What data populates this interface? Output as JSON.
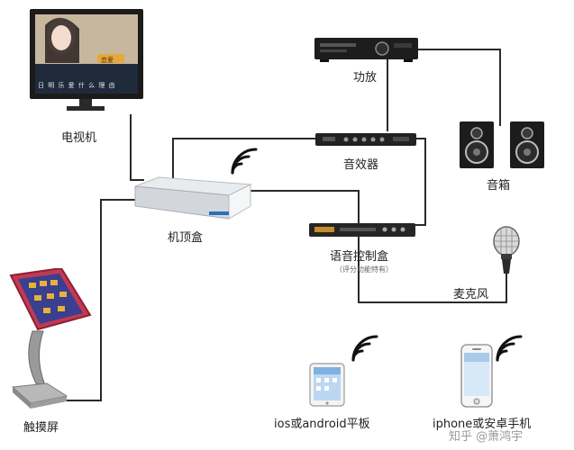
{
  "devices": {
    "tv": {
      "label": "电视机",
      "screen_text": "日 明 乐 爱 什 么 理 由",
      "badge": "恋爱"
    },
    "amplifier": {
      "label": "功放"
    },
    "speakers": {
      "label": "音箱"
    },
    "effector": {
      "label": "音效器"
    },
    "settop_box": {
      "label": "机顶盒"
    },
    "voice_box": {
      "label": "语音控制盒",
      "note": "（评分功能特有）"
    },
    "microphone": {
      "label": "麦克风"
    },
    "touchscreen": {
      "label": "触摸屏"
    },
    "tablet": {
      "label": "ios或android平板"
    },
    "phone": {
      "label": "iphone或安卓手机"
    }
  },
  "watermark": "知乎 @萧鸿宇",
  "colors": {
    "wire": "#2a2a2a",
    "device_dark": "#1d1d1d",
    "wifi": "#111111"
  }
}
